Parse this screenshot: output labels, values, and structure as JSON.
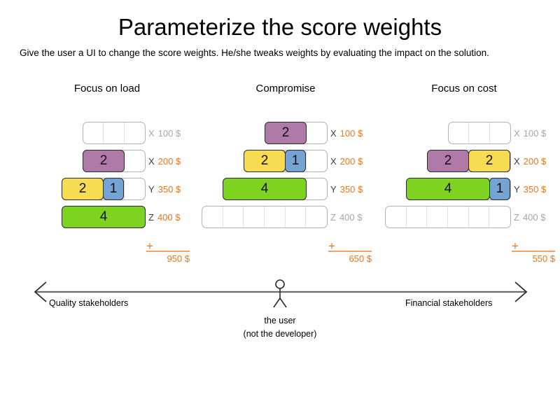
{
  "header": {
    "title": "Parameterize the score weights",
    "subtitle": "Give the user a UI to change the score weights. He/she tweaks weights by evaluating the impact on the solution."
  },
  "colors": {
    "purple": "#b07aa8",
    "yellow": "#f7dc51",
    "blue": "#74a3d4",
    "green": "#7ed321",
    "accent_orange": "#e8761b",
    "muted_gray": "#a6a6a6",
    "track_border": "#b3b3b3"
  },
  "columns": [
    {
      "title": "Focus on load",
      "rows": [
        {
          "key": "X",
          "amount": "100 $",
          "active": false,
          "cells": 3,
          "blocks": []
        },
        {
          "key": "X",
          "amount": "200 $",
          "active": true,
          "cells": 3,
          "blocks": [
            {
              "value": "2",
              "color": "purple",
              "units": 2
            }
          ]
        },
        {
          "key": "Y",
          "amount": "350 $",
          "active": true,
          "cells": 4,
          "blocks": [
            {
              "value": "2",
              "color": "yellow",
              "units": 2
            },
            {
              "value": "1",
              "color": "blue",
              "units": 1
            }
          ]
        },
        {
          "key": "Z",
          "amount": "400 $",
          "active": true,
          "cells": 4,
          "blocks": [
            {
              "value": "4",
              "color": "green",
              "units": 4
            }
          ]
        }
      ],
      "sum": {
        "operator": "+",
        "total": "950 $"
      }
    },
    {
      "title": "Compromise",
      "rows": [
        {
          "key": "X",
          "amount": "100 $",
          "active": true,
          "cells": 3,
          "blocks": [
            {
              "value": "2",
              "color": "purple",
              "units": 2
            }
          ]
        },
        {
          "key": "X",
          "amount": "200 $",
          "active": true,
          "cells": 4,
          "blocks": [
            {
              "value": "2",
              "color": "yellow",
              "units": 2
            },
            {
              "value": "1",
              "color": "blue",
              "units": 1
            }
          ]
        },
        {
          "key": "Y",
          "amount": "350 $",
          "active": true,
          "cells": 5,
          "blocks": [
            {
              "value": "4",
              "color": "green",
              "units": 4
            }
          ]
        },
        {
          "key": "Z",
          "amount": "400 $",
          "active": false,
          "cells": 6,
          "blocks": []
        }
      ],
      "sum": {
        "operator": "+",
        "total": "650 $"
      }
    },
    {
      "title": "Focus on cost",
      "rows": [
        {
          "key": "X",
          "amount": "100 $",
          "active": false,
          "cells": 3,
          "blocks": []
        },
        {
          "key": "X",
          "amount": "200 $",
          "active": true,
          "cells": 4,
          "blocks": [
            {
              "value": "2",
              "color": "purple",
              "units": 2
            },
            {
              "value": "2",
              "color": "yellow",
              "units": 2
            }
          ]
        },
        {
          "key": "Y",
          "amount": "350 $",
          "active": true,
          "cells": 5,
          "blocks": [
            {
              "value": "4",
              "color": "green",
              "units": 4
            },
            {
              "value": "1",
              "color": "blue",
              "units": 1
            }
          ]
        },
        {
          "key": "Z",
          "amount": "400 $",
          "active": false,
          "cells": 6,
          "blocks": []
        }
      ],
      "sum": {
        "operator": "+",
        "total": "550 $"
      }
    }
  ],
  "spectrum": {
    "left_label": "Quality stakeholders",
    "right_label": "Financial stakeholders",
    "user_line1": "the user",
    "user_line2": "(not the developer)"
  }
}
